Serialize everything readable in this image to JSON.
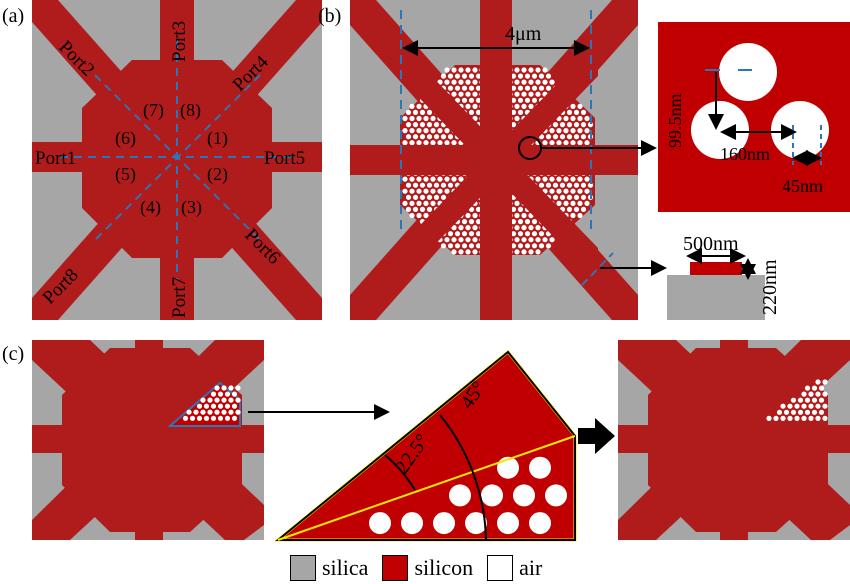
{
  "panels": {
    "a": {
      "label": "(a)",
      "ports": [
        "Port1",
        "Port2",
        "Port3",
        "Port4",
        "Port5",
        "Port6",
        "Port7",
        "Port8"
      ],
      "regions": [
        "(1)",
        "(2)",
        "(3)",
        "(4)",
        "(5)",
        "(6)",
        "(7)",
        "(8)"
      ]
    },
    "b": {
      "label": "(b)",
      "width_label": "4μm",
      "radius_label": "99.5nm",
      "pitch_label": "160nm",
      "gap_label": "45nm",
      "wg_width_label": "500nm",
      "wg_height_label": "220nm"
    },
    "c": {
      "label": "(c)",
      "angle_small": "22.5°",
      "angle_large": "45°"
    }
  },
  "legend": [
    {
      "name": "silica",
      "color": "#a6a6a6"
    },
    {
      "name": "silicon",
      "color": "#c00000"
    },
    {
      "name": "air",
      "color": "#ffffff"
    }
  ],
  "colors": {
    "silica": "#a6a6a6",
    "silicon": "#b01c1c",
    "air": "#ffffff",
    "guide": "#2e75b6",
    "edge": "#ffe600"
  }
}
